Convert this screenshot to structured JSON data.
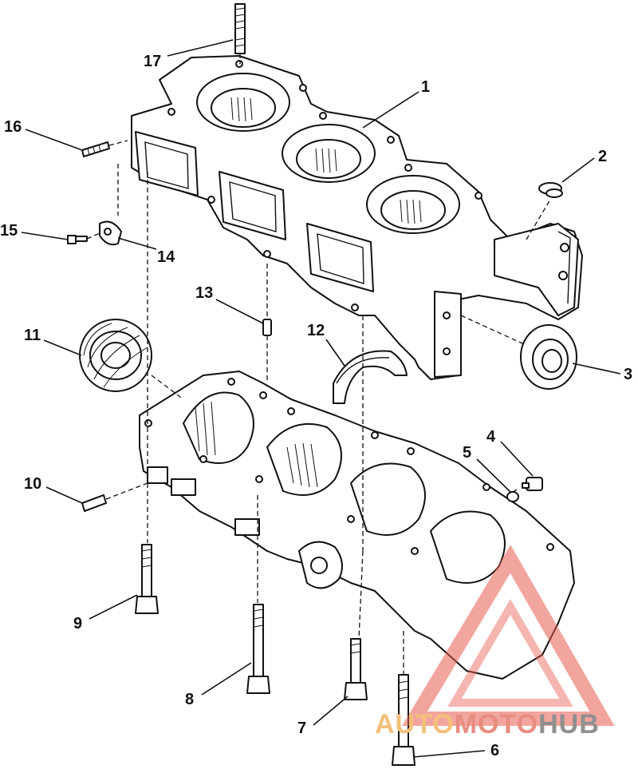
{
  "diagram": {
    "callouts": [
      "1",
      "2",
      "3",
      "4",
      "5",
      "6",
      "7",
      "8",
      "9",
      "10",
      "11",
      "12",
      "13",
      "14",
      "15",
      "16",
      "17"
    ]
  },
  "watermark": {
    "part_a": "AUTO",
    "part_b": "MOTO",
    "part_c": "HUB",
    "colors": {
      "triangle": "#e85b4f",
      "auto": "#f3c07a",
      "moto": "#e88d7f",
      "hub": "#8f8f8f"
    }
  }
}
